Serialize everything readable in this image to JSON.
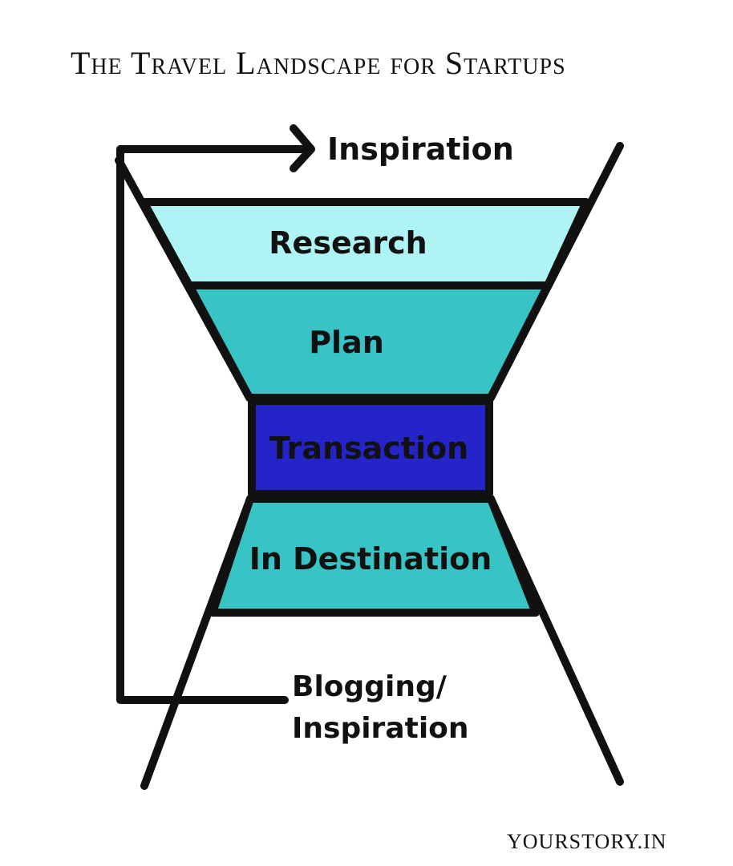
{
  "title": "The Travel Landscape for Startups",
  "stages": [
    {
      "label": "Inspiration"
    },
    {
      "label": "Research",
      "color": "#aef4f4"
    },
    {
      "label": "Plan",
      "color": "#38c4c4"
    },
    {
      "label": "Transaction",
      "color": "#2424c8"
    },
    {
      "label": "In Destination",
      "color": "#38c4c4"
    }
  ],
  "loop_label_line1": "Blogging/",
  "loop_label_line2": "Inspiration",
  "credit": "YOURSTORY.IN"
}
